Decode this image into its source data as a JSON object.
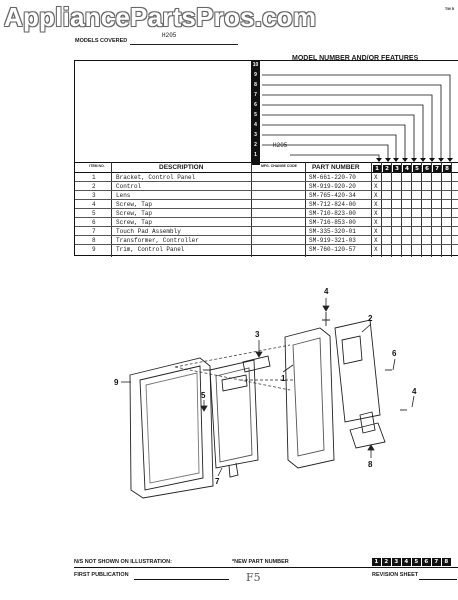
{
  "watermark": "AppliancePartsPros.com",
  "corner_tag": "TM 5",
  "header": {
    "models_covered_label": "MODELS COVERED",
    "models_covered_value": "H205",
    "features_title": "MODEL NUMBER AND/OR FEATURES",
    "model_slots": [
      "10",
      "9",
      "8",
      "7",
      "6",
      "5",
      "4",
      "3",
      "2",
      "1"
    ],
    "model_entry": "H205"
  },
  "table": {
    "col_item": "ITEM NO.",
    "col_description": "DESCRIPTION",
    "col_mfg": "MFG. CHANGE CODE",
    "col_part": "PART NUMBER",
    "model_headers": [
      "1",
      "2",
      "3",
      "4",
      "5",
      "6",
      "7",
      "8"
    ],
    "rows": [
      {
        "item": "1",
        "description": "Bracket, Control Panel",
        "part": "SM-661-220-70",
        "mark": "X"
      },
      {
        "item": "2",
        "description": "Control",
        "part": "SM-919-920-20",
        "mark": "X"
      },
      {
        "item": "3",
        "description": "Lens",
        "part": "SM-765-420-34",
        "mark": "X"
      },
      {
        "item": "4",
        "description": "Screw, Tap",
        "part": "SM-712-824-00",
        "mark": "X"
      },
      {
        "item": "5",
        "description": "Screw, Tap",
        "part": "SM-710-823-00",
        "mark": "X"
      },
      {
        "item": "6",
        "description": "Screw, Tap",
        "part": "SM-716-853-00",
        "mark": "X"
      },
      {
        "item": "7",
        "description": "Touch Pad Assembly",
        "part": "SM-335-320-01",
        "mark": "X"
      },
      {
        "item": "8",
        "description": "Transformer, Controller",
        "part": "SM-919-321-03",
        "mark": "X"
      },
      {
        "item": "9",
        "description": "Trim, Control Panel",
        "part": "SM-760-120-57",
        "mark": "X"
      }
    ]
  },
  "diagram": {
    "callouts": [
      "1",
      "2",
      "3",
      "4",
      "4",
      "5",
      "6",
      "7",
      "8",
      "9"
    ]
  },
  "footer": {
    "ns_label": "N/S NOT SHOWN ON ILLUSTRATION:",
    "new_part_label": "*NEW PART NUMBER",
    "first_pub_label": "FIRST PUBLICATION",
    "revision_label": "REVISION SHEET",
    "model_headers": [
      "1",
      "2",
      "3",
      "4",
      "5",
      "6",
      "7",
      "8"
    ],
    "handwritten": "F5"
  }
}
